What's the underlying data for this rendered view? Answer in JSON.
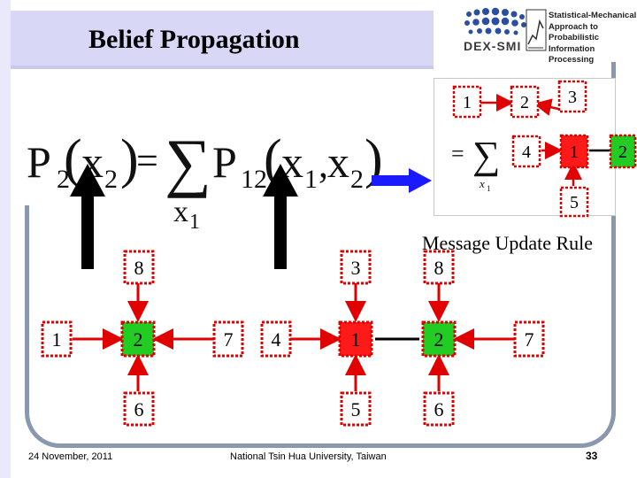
{
  "slide": {
    "title": "Belief Propagation",
    "message_rule": "Message Update Rule",
    "footer_date": "24 November, 2011",
    "footer_university": "National Tsin Hua University, Taiwan",
    "page_number": "33"
  },
  "logo": {
    "short_name": "DEX-SMI",
    "line1": "Statistical-Mechanical",
    "line2": "Approach to Probabilistic",
    "line3": "Information Processing"
  },
  "formula": {
    "lhs": "P",
    "lhs_sub": "2",
    "var": "x",
    "var_sub": "2",
    "equals": "=",
    "sum": "∑",
    "sum_var": "x",
    "sum_var_sub": "1",
    "rhs": "P",
    "rhs_sub": "12",
    "arg1": "x",
    "arg1_sub": "1",
    "comma": ",",
    "arg2": "x",
    "arg2_sub": "2"
  },
  "inset": {
    "equals": "=",
    "sum": "∑",
    "sum_var": "x",
    "sum_var_sub": "1",
    "nodes": {
      "n1": "1",
      "n2": "2",
      "n3": "3",
      "n4": "4",
      "n1b": "1",
      "n2b": "2",
      "n5": "5"
    }
  },
  "left_graph": {
    "top": "8",
    "left": "1",
    "center": "2",
    "right": "7",
    "bottom": "6"
  },
  "right_graph": {
    "top1": "3",
    "top2": "8",
    "left": "4",
    "center1": "1",
    "center2": "2",
    "right": "7",
    "bottom1": "5",
    "bottom2": "6"
  },
  "colors": {
    "node_green": "#22cc22",
    "node_red": "#ff1a1a",
    "node_border_red": "#e00000",
    "arrow_red": "#e00000",
    "arrow_black": "#000000",
    "arrow_blue": "#1a1aff",
    "title_bar": "#d8d8f6",
    "frame": "#8a98ad"
  },
  "icons": {
    "logo_mark": "dotted-sphere-logo-icon",
    "logo_chart": "chart-logo-icon",
    "pointer": "up-arrow-icon",
    "flow": "right-arrow-icon"
  }
}
